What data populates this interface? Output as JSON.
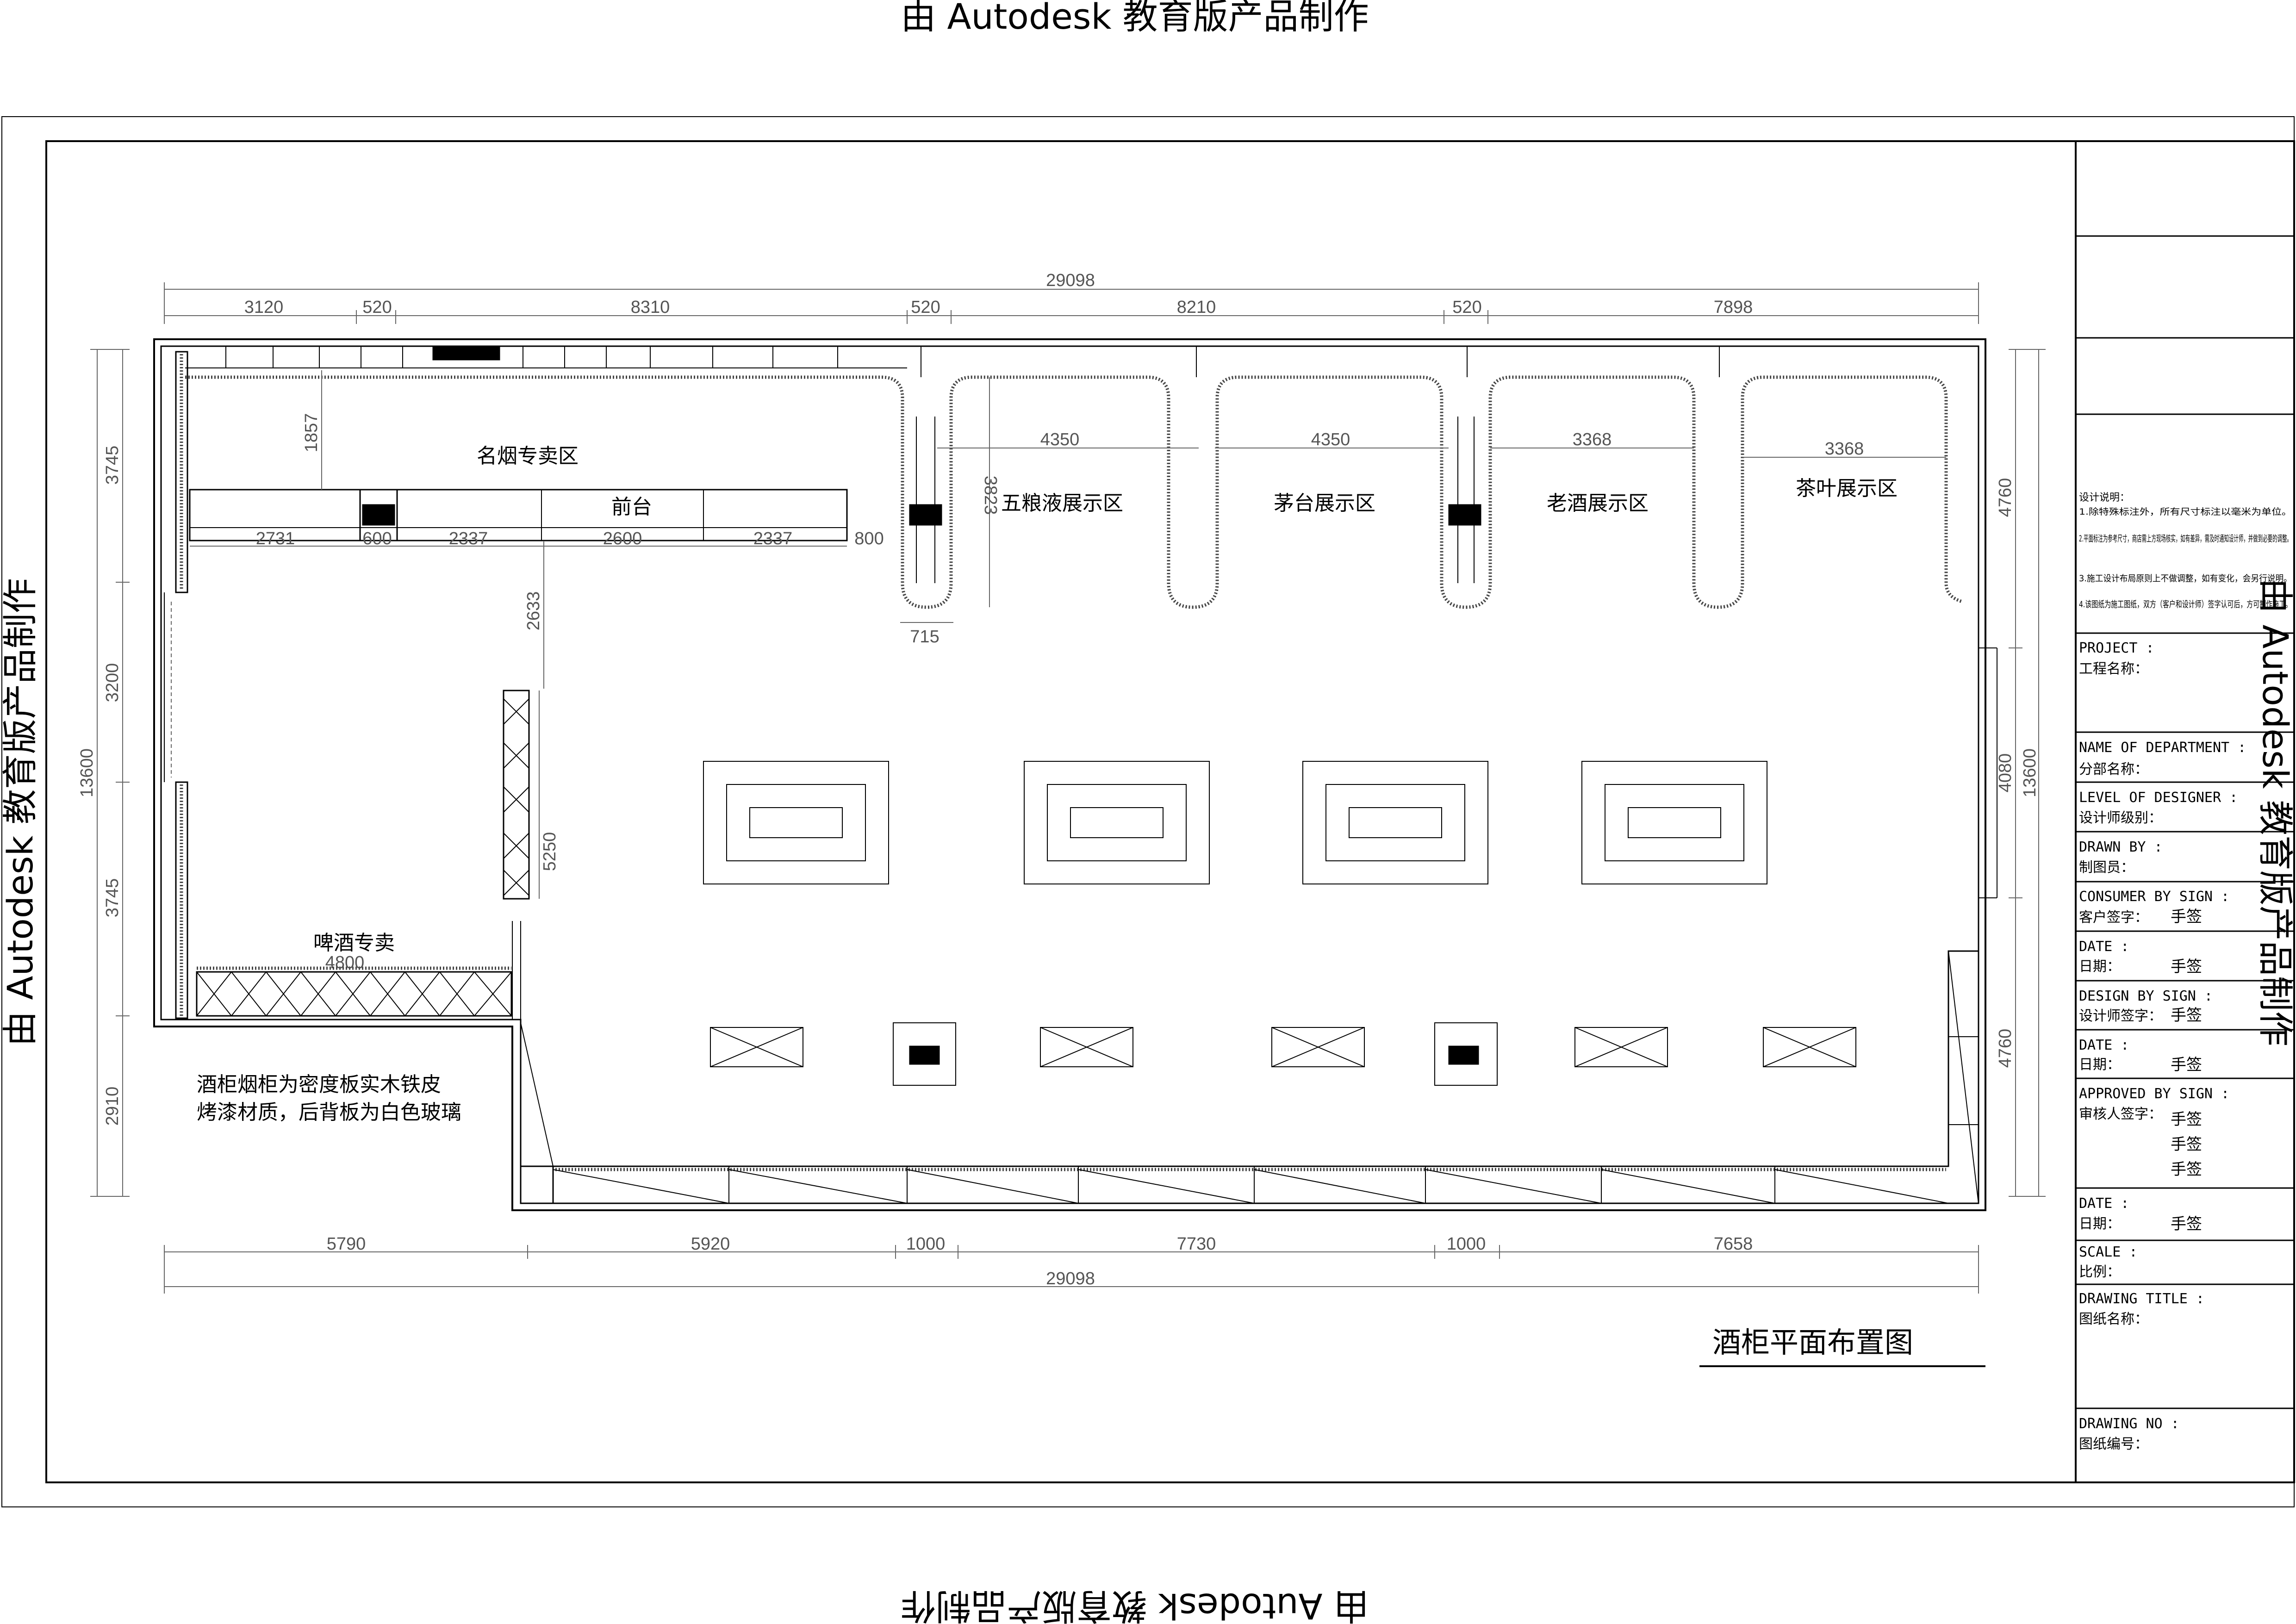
{
  "watermark": {
    "top": "由 Autodesk 教育版产品制作",
    "bottom": "由 Autodesk 教育版产品制作",
    "left": "由 Autodesk 教育版产品制作",
    "right": "由 Autodesk 教育版产品制作"
  },
  "zones": {
    "cigarette": "名烟专卖区",
    "reception": "前台",
    "wuliangye": "五粮液展示区",
    "maotai": "茅台展示区",
    "old_wine": "老酒展示区",
    "tea": "茶叶展示区",
    "beer": "啤酒专卖"
  },
  "note": {
    "line1": "酒柜烟柜为密度板实木铁皮",
    "line2": "烤漆材质，后背板为白色玻璃"
  },
  "drawing_title": "酒柜平面布置图",
  "dimensions": {
    "top_total": "29098",
    "top_segments": [
      "3120",
      "520",
      "8310",
      "520",
      "8210",
      "520",
      "7898"
    ],
    "bottom_segments": [
      "5790",
      "5920",
      "1000",
      "7730",
      "1000",
      "7658"
    ],
    "bottom_total": "29098",
    "left_segments": [
      "3745",
      "3200",
      "3745",
      "2910"
    ],
    "left_total": "13600",
    "right_segments": [
      "4760",
      "4080",
      "4760"
    ],
    "right_total": "13600",
    "counter_segments": [
      "2731",
      "600",
      "2337",
      "2600",
      "2337",
      "800"
    ],
    "cigarette_depth": "1857",
    "counter_gap": "2633",
    "beer_length": "5250",
    "beer_width": "4800",
    "bay_widths": [
      "4350",
      "4350",
      "3368",
      "3368"
    ],
    "bay_depth": "3823",
    "bay_neck": "715"
  },
  "title_block": {
    "notes_title": "设计说明：",
    "notes": [
      "1.除特殊标注外，所有尺寸标注以毫米为单位。",
      "2.平面标注为参考尺寸，商店需上方现场核实，如有差异，需及时通知设计师，并做到必要的调整。",
      "3.施工设计布局原则上不做调整，如有变化，会另行说明。",
      "4.该图纸为施工图纸，双方（客户和设计师）签字认可后，方可制作施工。"
    ],
    "project_en": "PROJECT :",
    "project_cn": "工程名称：",
    "department_en": "NAME OF DEPARTMENT :",
    "department_cn": "分部名称：",
    "designer_level_en": "LEVEL OF DESIGNER :",
    "designer_level_cn": "设计师级别：",
    "drawn_by_en": "DRAWN BY :",
    "drawn_by_cn": "制图员：",
    "consumer_sign_en": "CONSUMER BY SIGN :",
    "consumer_sign_cn": "客户签字：",
    "date1_en": "DATE :",
    "date1_cn": "日期：",
    "design_sign_en": "DESIGN BY SIGN :",
    "design_sign_cn": "设计师签字：",
    "date2_en": "DATE :",
    "date2_cn": "日期：",
    "approved_en": "APPROVED BY SIGN :",
    "approved_cn": "审核人签字：",
    "date3_en": "DATE :",
    "date3_cn": "日期：",
    "scale_en": "SCALE :",
    "scale_cn": "比例：",
    "drawing_title_en": "DRAWING TITLE :",
    "drawing_title_cn": "图纸名称：",
    "drawing_no_en": "DRAWING NO :",
    "drawing_no_cn": "图纸编号：",
    "sign": "手签"
  }
}
